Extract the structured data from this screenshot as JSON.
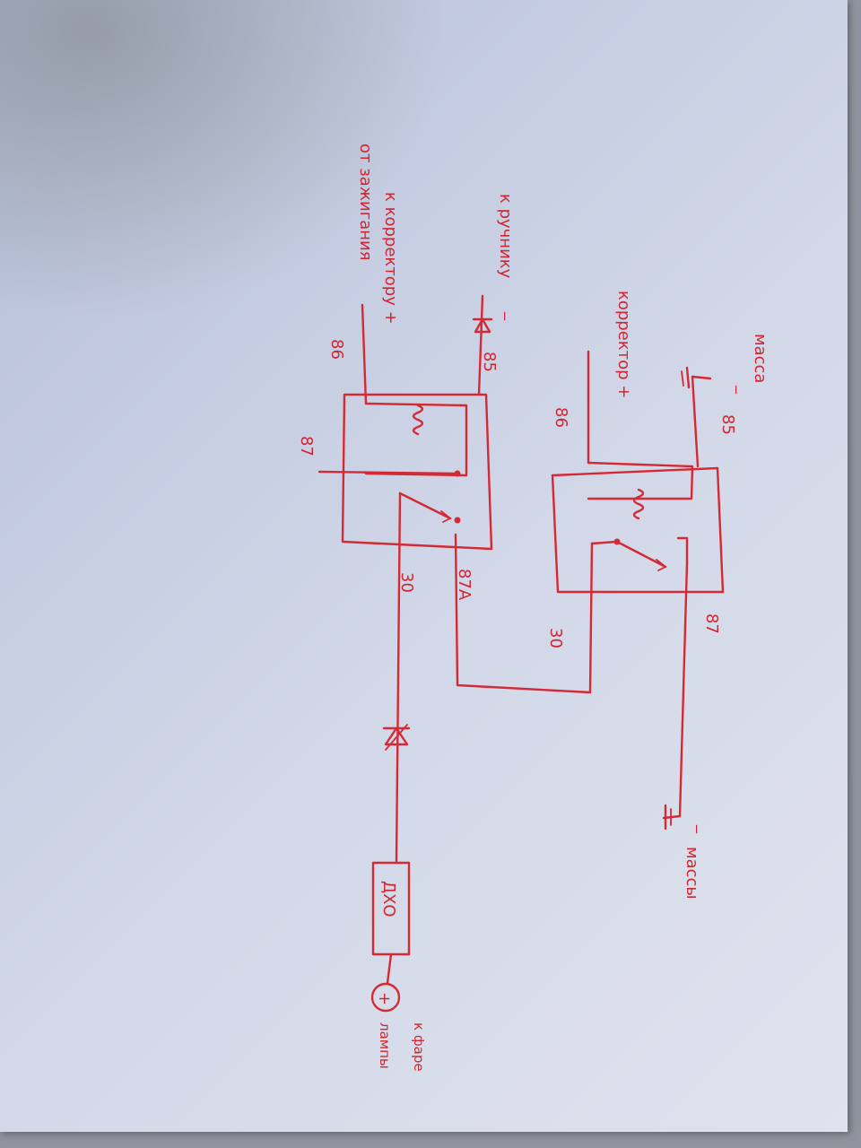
{
  "labels": {
    "massa_top": "массa",
    "minus_top": "_",
    "pin85_right": "85",
    "korrektor_plus_right": "корректор +",
    "pin86_right": "86",
    "pin87_right": "87",
    "pin30_right": "30",
    "massa_bottom": "массы",
    "minus_bottom": "_",
    "k_ruchniku": "к ручнику",
    "minus_ruchnik": "_",
    "pin85_left": "85",
    "k_korrektoru": "к корректору +",
    "ot_zazhiganiya": "от зажигания",
    "pin86_left": "86",
    "pin87_left": "87",
    "pin30_left": "30",
    "pin87a_left": "87А",
    "dho_box": "ДХО",
    "plus_symbol": "+",
    "k_fare": "к фаре",
    "k_lampam": "лампы"
  },
  "colors": {
    "ink": "#d42a35",
    "paper": "#cdd3e6"
  }
}
